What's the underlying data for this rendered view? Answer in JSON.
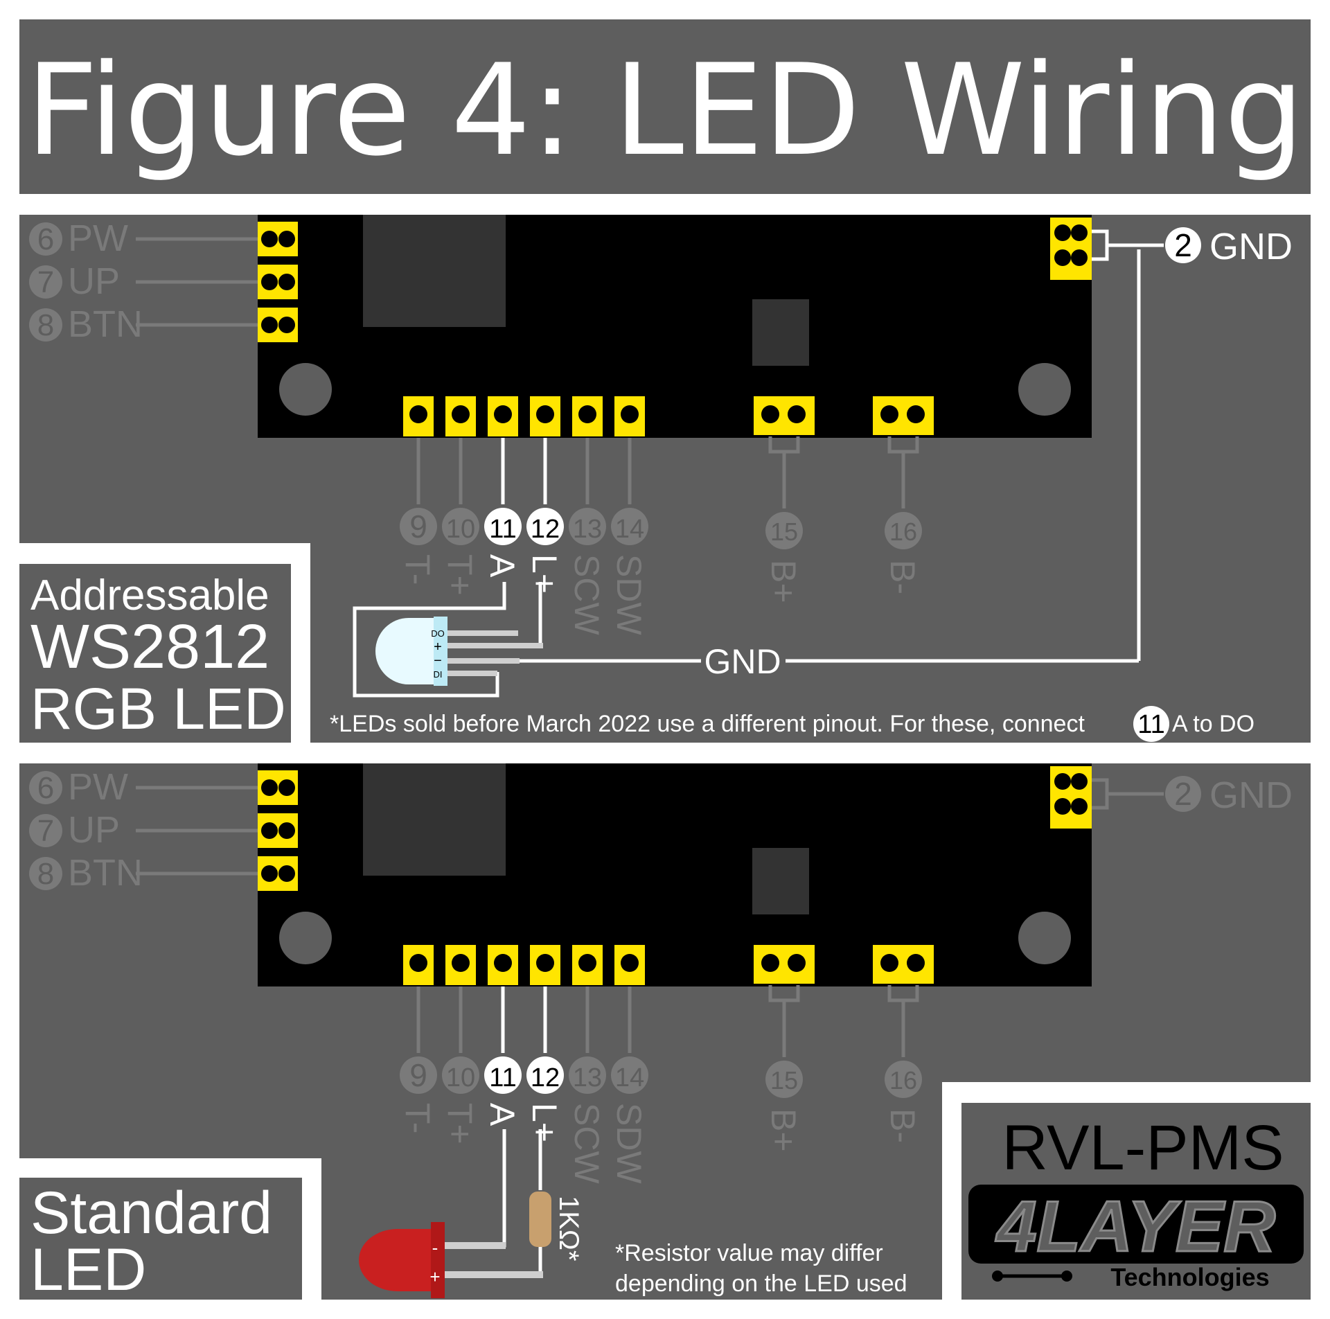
{
  "title": "Figure 4: LED Wiring",
  "colors": {
    "background": "#ffffff",
    "panel": "#5e5e5e",
    "board": "#000000",
    "pad": "#ffe500",
    "chip": "#333333",
    "dim_text": "#7a7a7a",
    "bright_text": "#ffffff",
    "rgb_led": "#e8faff",
    "red_led": "#c92020",
    "resistor": "#c8a06e"
  },
  "left_pins": [
    {
      "num": "6",
      "label": "PW"
    },
    {
      "num": "7",
      "label": "UP"
    },
    {
      "num": "8",
      "label": "BTN"
    }
  ],
  "bottom_pins": [
    {
      "num": "9",
      "label": "T-"
    },
    {
      "num": "10",
      "label": "T+"
    },
    {
      "num": "11",
      "label": "A"
    },
    {
      "num": "12",
      "label": "L+"
    },
    {
      "num": "13",
      "label": "SCW"
    },
    {
      "num": "14",
      "label": "SDW"
    },
    {
      "num": "15",
      "label": "B+"
    },
    {
      "num": "16",
      "label": "B-"
    }
  ],
  "gnd_pin": {
    "num": "2",
    "label": "GND"
  },
  "panel1": {
    "caption_lines": [
      "Addressable",
      "WS2812",
      "RGB LED"
    ],
    "led_pins": [
      "DO",
      "+",
      "−",
      "DI"
    ],
    "gnd_label": "GND",
    "note_prefix": "*LEDs sold before March 2022 use a different pinout. For these, connect",
    "note_num": "11",
    "note_suffix": "A to DO"
  },
  "panel2": {
    "caption_lines": [
      "Standard",
      "LED"
    ],
    "led_pins": [
      "-",
      "+"
    ],
    "resistor_label": "1KΩ*",
    "note_lines": [
      "*Resistor value may differ",
      "depending on the LED used"
    ]
  },
  "brand": {
    "product": "RVL-PMS",
    "logo_word": "4LAYER",
    "logo_sub": "Technologies"
  }
}
